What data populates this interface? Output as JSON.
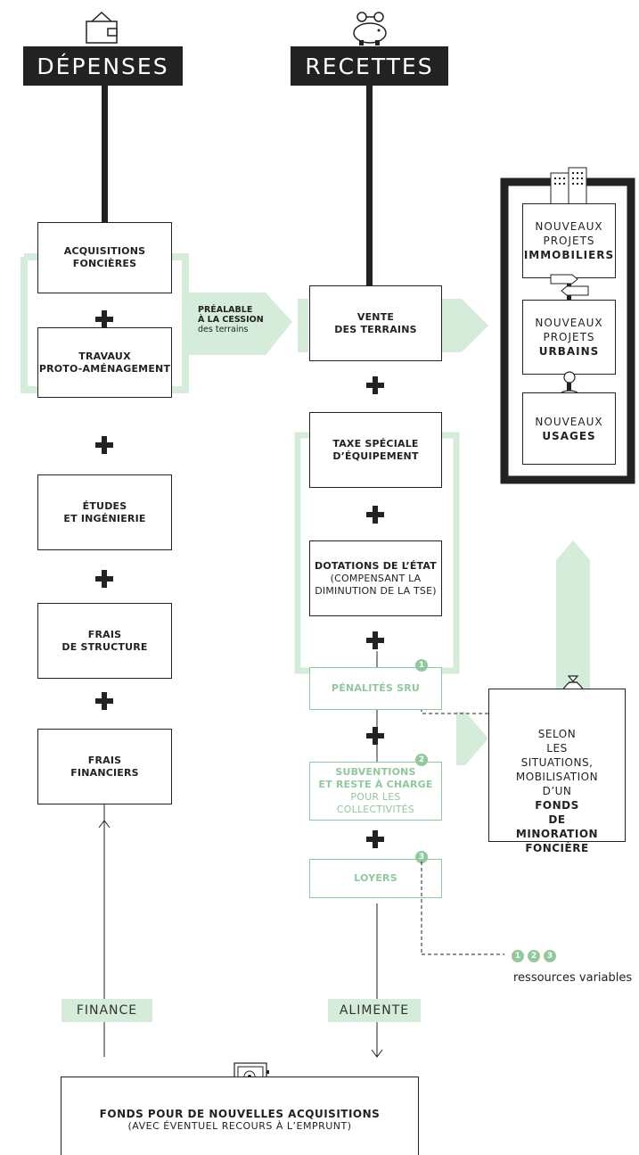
{
  "headers": {
    "depenses": "DÉPENSES",
    "recettes": "RECETTES"
  },
  "depenses": {
    "acquisitions": [
      "ACQUISITIONS",
      "FONCIÈRES"
    ],
    "travaux": [
      "TRAVAUX",
      "PROTO-AMÉNAGEMENT"
    ],
    "etudes": [
      "ÉTUDES",
      "ET INGÉNIERIE"
    ],
    "frais_structure": [
      "FRAIS",
      "DE STRUCTURE"
    ],
    "frais_financiers": [
      "FRAIS",
      "FINANCIERS"
    ]
  },
  "prealable": {
    "line1": "PRÉALABLE",
    "line2": "À LA CESSION",
    "line3": "des terrains"
  },
  "recettes": {
    "vente": [
      "VENTE",
      "DES TERRAINS"
    ],
    "taxe": [
      "TAXE SPÉCIALE",
      "D’ÉQUIPEMENT"
    ],
    "dotations": [
      "DOTATIONS DE L’ÉTAT",
      "(COMPENSANT LA",
      "DIMINUTION DE LA TSE)"
    ],
    "penalites": "PÉNALITÉS SRU",
    "subventions": [
      "SUBVENTIONS",
      "ET RESTE À CHARGE",
      "POUR LES COLLECTIVITÉS"
    ],
    "loyers": "LOYERS"
  },
  "numbers": [
    "1",
    "2",
    "3"
  ],
  "projets": {
    "immobiliers": [
      "NOUVEAUX",
      "PROJETS",
      "IMMOBILIERS"
    ],
    "urbains": [
      "NOUVEAUX",
      "PROJETS",
      "URBAINS"
    ],
    "usages": [
      "NOUVEAUX",
      "USAGES"
    ]
  },
  "selon": {
    "normal": [
      "SELON",
      "LES",
      "SITUATIONS,",
      "MOBILISATION",
      "D’UN"
    ],
    "bold": [
      "FONDS",
      "DE",
      "MINORATION",
      "FONCIÈRE"
    ]
  },
  "labels": {
    "finance": "FINANCE",
    "alimente": "ALIMENTE"
  },
  "legend": {
    "text": "ressources variables"
  },
  "fonds": {
    "title": "FONDS POUR DE NOUVELLES ACQUISITIONS",
    "subtitle": "(AVEC ÉVENTUEL RECOURS À L’EMPRUNT)"
  },
  "colors": {
    "dark": "#222222",
    "green": "#8fc99c",
    "light_green": "#d4ecd9"
  },
  "icons": [
    "wallet-icon",
    "piggy-bank-icon",
    "building-icon",
    "signpost-icon",
    "person-icon",
    "money-bag-icon",
    "safe-icon"
  ]
}
